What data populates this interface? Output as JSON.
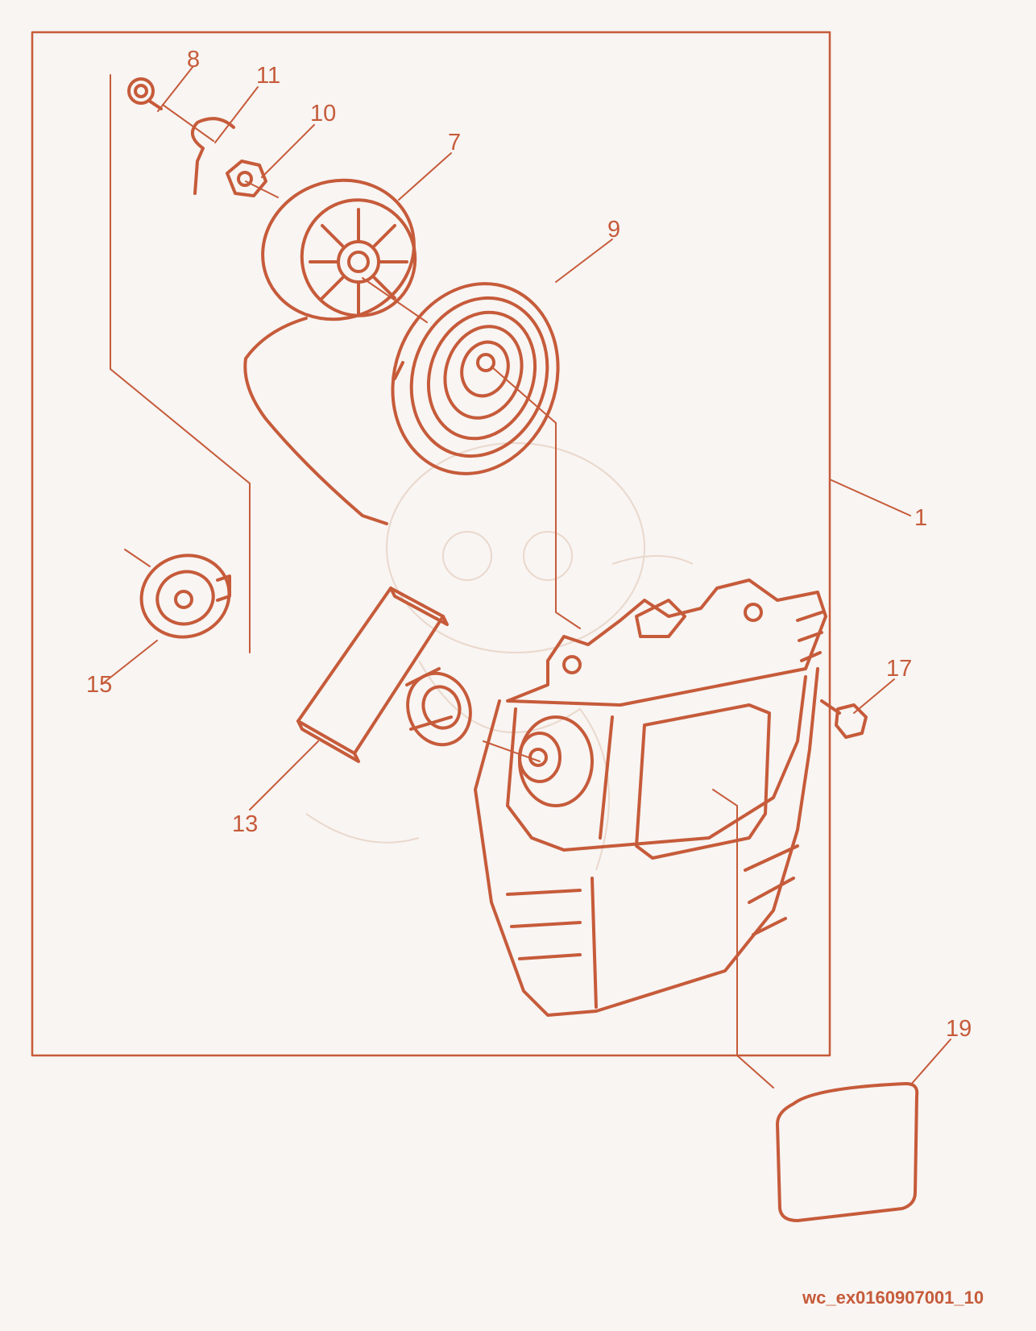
{
  "callouts": {
    "c1": "1",
    "c7": "7",
    "c8": "8",
    "c9": "9",
    "c10": "10",
    "c11": "11",
    "c13": "13",
    "c15": "15",
    "c17": "17",
    "c19": "19"
  },
  "figure_id": "wc_ex0160907001_10",
  "colors": {
    "line": "#c65b3a",
    "background": "#f8f5f3",
    "watermark": "#ead8cc"
  },
  "parts": [
    {
      "name": "starter-housing-assembly",
      "callout": "1"
    },
    {
      "name": "rope-pulley",
      "callout": "7"
    },
    {
      "name": "screw",
      "callout": "8"
    },
    {
      "name": "recoil-spring",
      "callout": "9"
    },
    {
      "name": "nut",
      "callout": "10"
    },
    {
      "name": "pawl-clip",
      "callout": "11"
    },
    {
      "name": "starter-handle",
      "callout": "13"
    },
    {
      "name": "spring-cover",
      "callout": "15"
    },
    {
      "name": "mounting-bolt",
      "callout": "17"
    },
    {
      "name": "decal-plate",
      "callout": "19"
    }
  ]
}
